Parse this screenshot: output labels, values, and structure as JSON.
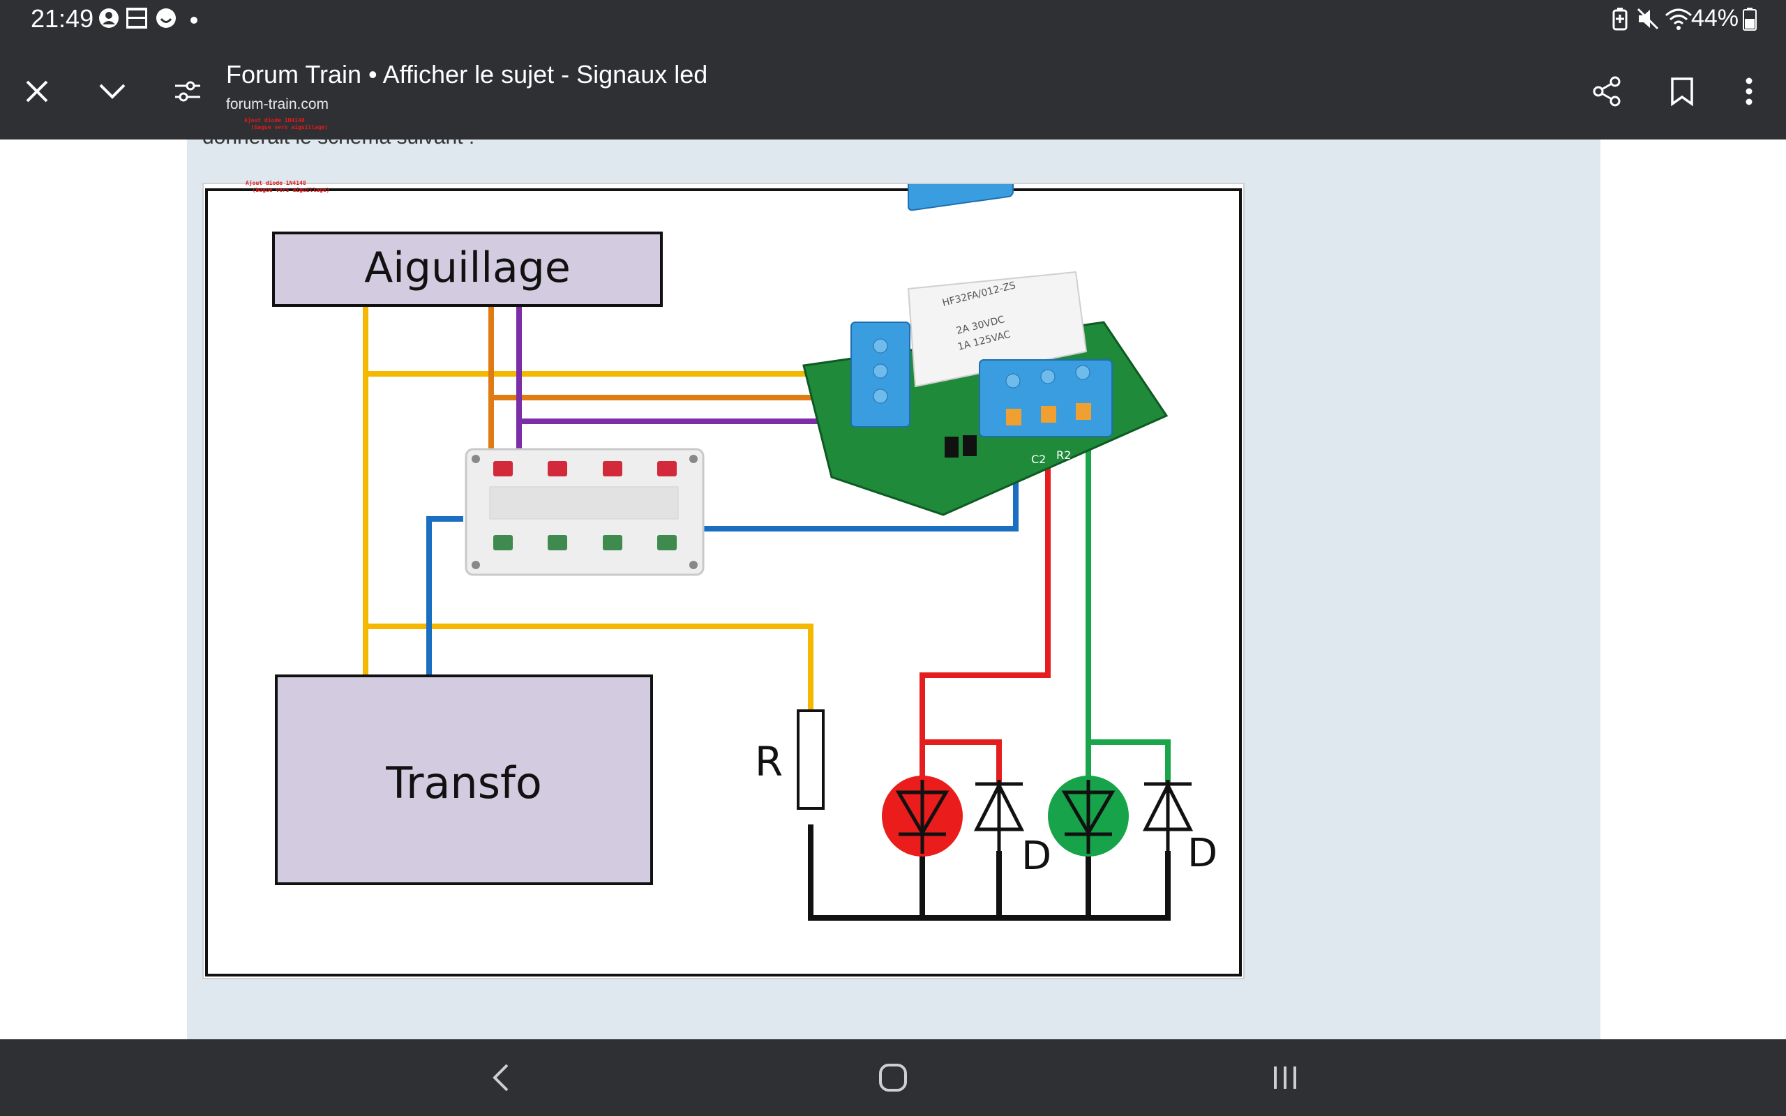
{
  "status_bar": {
    "time": "21:49",
    "notification_icons": [
      "account-circle-icon",
      "bfm-tv-icon",
      "smiley-icon",
      "dot-icon"
    ],
    "system_icons": [
      "battery-saver-icon",
      "mute-icon",
      "wifi-icon"
    ],
    "battery": "44%"
  },
  "toolbar": {
    "title": "Forum Train • Afficher le sujet - Signaux led",
    "domain": "forum-train.com",
    "icons": [
      "close-icon",
      "chevron-down-icon",
      "filter-icon",
      "share-icon",
      "bookmark-icon",
      "more-vert-icon"
    ]
  },
  "annotation": {
    "line1": "Ajout diode 1N4148",
    "line2": "(bague vers aiguillage)"
  },
  "post": {
    "text": "donnerait le schéma suivant :"
  },
  "diagram": {
    "aiguillage_label": "Aiguillage",
    "transfo_label": "Transfo",
    "resistor_label": "R",
    "diode_label_1": "D",
    "diode_label_2": "D",
    "relay_top_text": "HF32FA/012-ZS",
    "relay_spec_1": "2A 30VDC",
    "relay_spec_2": "1A 125VAC",
    "terminal_labels": [
      "C2",
      "R2"
    ],
    "colors": {
      "wire_yellow": "#f5b800",
      "wire_orange": "#e07a12",
      "wire_purple": "#7a2ea8",
      "wire_blue": "#1a6fc2",
      "wire_red": "#e41e1e",
      "wire_green": "#1aa54a",
      "box_fill": "#d3cbe0",
      "led_red": "#ea1c1c",
      "led_green": "#17a34a"
    }
  },
  "nav_bar": {
    "icons": [
      "back-icon",
      "home-icon",
      "recents-icon"
    ]
  }
}
